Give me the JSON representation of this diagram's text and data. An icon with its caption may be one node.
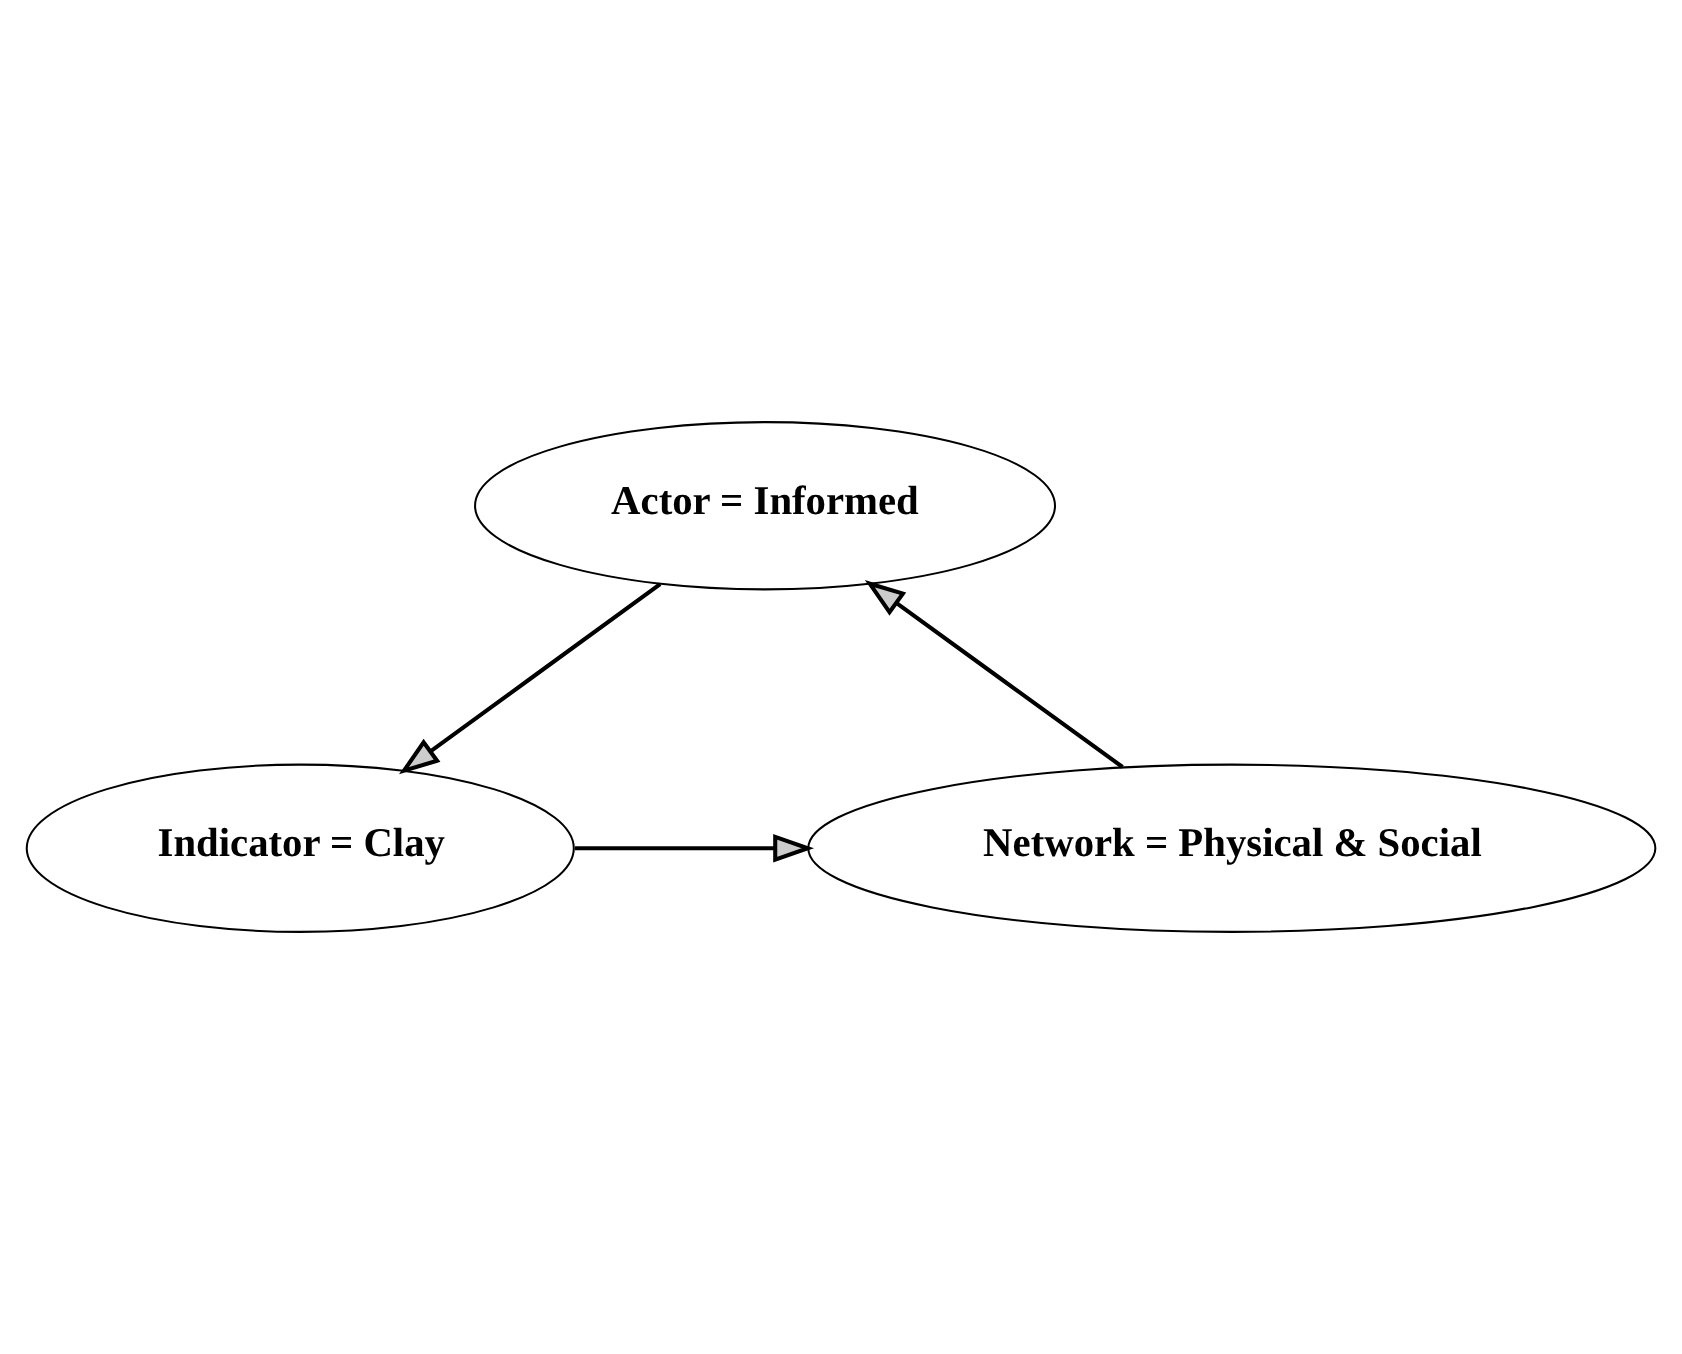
{
  "diagram": {
    "nodes": [
      {
        "text": [
          "Actor = Informed"
        ]
      },
      {
        "text": [
          "Indicator = Clay"
        ]
      },
      {
        "text": [
          "Network = Physical & Social"
        ]
      }
    ],
    "edges": [
      {
        "from": 0,
        "to": 1,
        "arrow": "to"
      },
      {
        "from": 1,
        "to": 2,
        "arrow": "to"
      },
      {
        "from": 2,
        "to": 0,
        "arrow": "to"
      }
    ]
  }
}
